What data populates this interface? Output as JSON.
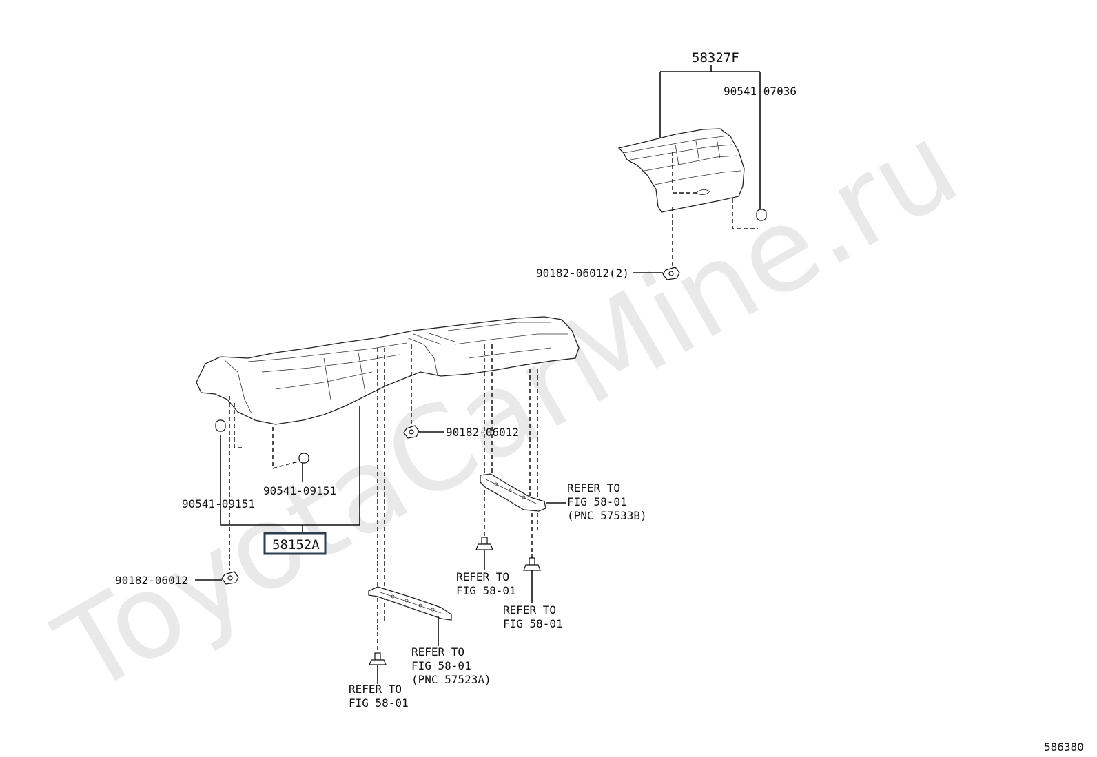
{
  "watermark": "ToyotaCarMine.ru",
  "diagram_id": "586380",
  "labels": {
    "p58327F": "58327F",
    "p90541_07036": "90541-07036",
    "p90182_06012_2": "90182-06012(2)",
    "p90182_06012_mid": "90182-06012",
    "p90541_09151_a": "90541-09151",
    "p90541_09151_b": "90541-09151",
    "p58152A": "58152A",
    "p90182_06012_left": "90182-06012"
  },
  "refer_right": [
    "REFER TO",
    "FIG 58-01",
    "(PNC 57533B)"
  ],
  "refer_bolt1": [
    "REFER TO",
    "FIG 58-01"
  ],
  "refer_bolt2": [
    "REFER TO",
    "FIG 58-01"
  ],
  "refer_bracket": [
    "REFER TO",
    "FIG 58-01",
    "(PNC 57523A)"
  ],
  "refer_bolt3": [
    "REFER TO",
    "FIG 58-01"
  ],
  "colors": {
    "highlight_box": "#2b3d50",
    "watermark": "#e9e9e9"
  }
}
